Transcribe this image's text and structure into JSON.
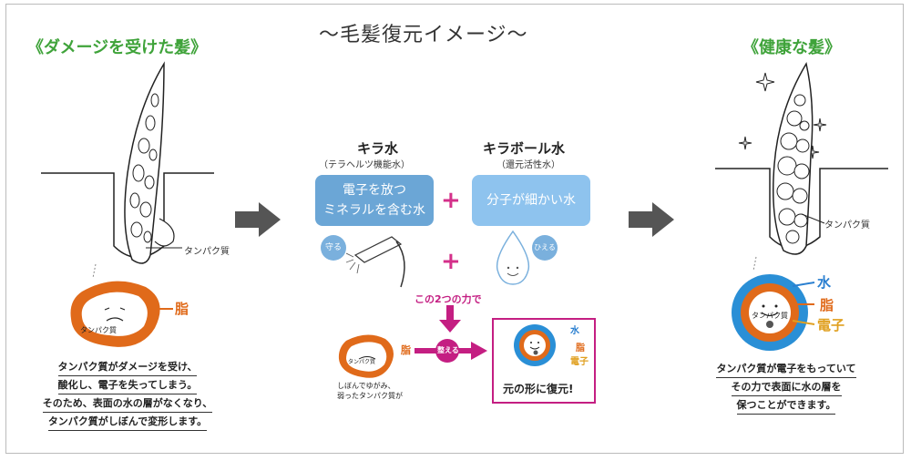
{
  "title": "〜毛髪復元イメージ〜",
  "left": {
    "heading": "《ダメージを受けた髪》",
    "protein_label": "タンパク質",
    "fat_label": "脂",
    "inner_label": "タンパク質",
    "desc": [
      "タンパク質がダメージを受け、",
      "酸化し、電子を失ってしまう。",
      "そのため、表面の水の層がなくなり、",
      "タンパク質がしぼんで変形します。"
    ]
  },
  "middle": {
    "kira_water_title": "キラ水",
    "kira_water_sub": "（テラヘルツ機能水）",
    "kira_water_box": [
      "電子を放つ",
      "ミネラルを含む水"
    ],
    "kira_water_tag": "守る",
    "kiraball_title": "キラボール水",
    "kiraball_sub": "（還元活性水）",
    "kiraball_box": "分子が細かい水",
    "kiraball_tag": "ひえる",
    "power_label": "この2つの力で",
    "arrange_label": "整える",
    "shrunk_caption": [
      "しぼんでゆがみ、",
      "弱ったタンパク質が"
    ],
    "fat_label": "脂",
    "inner_label": "タンパク質",
    "result_water": "水",
    "result_fat": "脂",
    "result_electron": "電子",
    "result_caption": "元の形に復元!"
  },
  "right": {
    "heading": "《健康な髪》",
    "protein_label": "タンパク質",
    "water_label": "水",
    "fat_label": "脂",
    "electron_label": "電子",
    "inner_label": "タンパク質",
    "desc": [
      "タンパク質が電子をもっていて",
      "その力で表面に水の層を",
      "保つことができます。"
    ]
  },
  "colors": {
    "green": "#3fa33a",
    "orange": "#e06a1a",
    "blue": "#2a7fd0",
    "pink": "#c41e82",
    "arrow_gray": "#555555"
  }
}
